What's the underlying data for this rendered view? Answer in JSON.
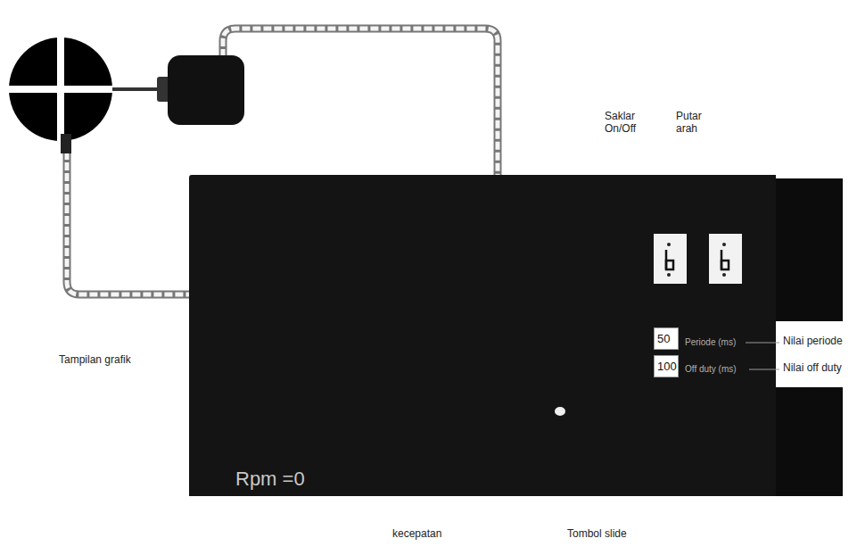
{
  "diagram": {
    "nodes": [
      {
        "text": [
          "Rpm =0"
        ]
      },
      {
        "text": [
          "50"
        ],
        "in": 0
      },
      {
        "text": [
          "100"
        ],
        "in": 0
      }
    ],
    "labels": [
      "Saklar On/Off",
      "Putar arah",
      "Tampilan grafik",
      "Nilai periode",
      "Nilai off duty",
      "Periode (ms)",
      "Off duty (ms)",
      "kecepatan",
      "Tombol slide"
    ]
  }
}
